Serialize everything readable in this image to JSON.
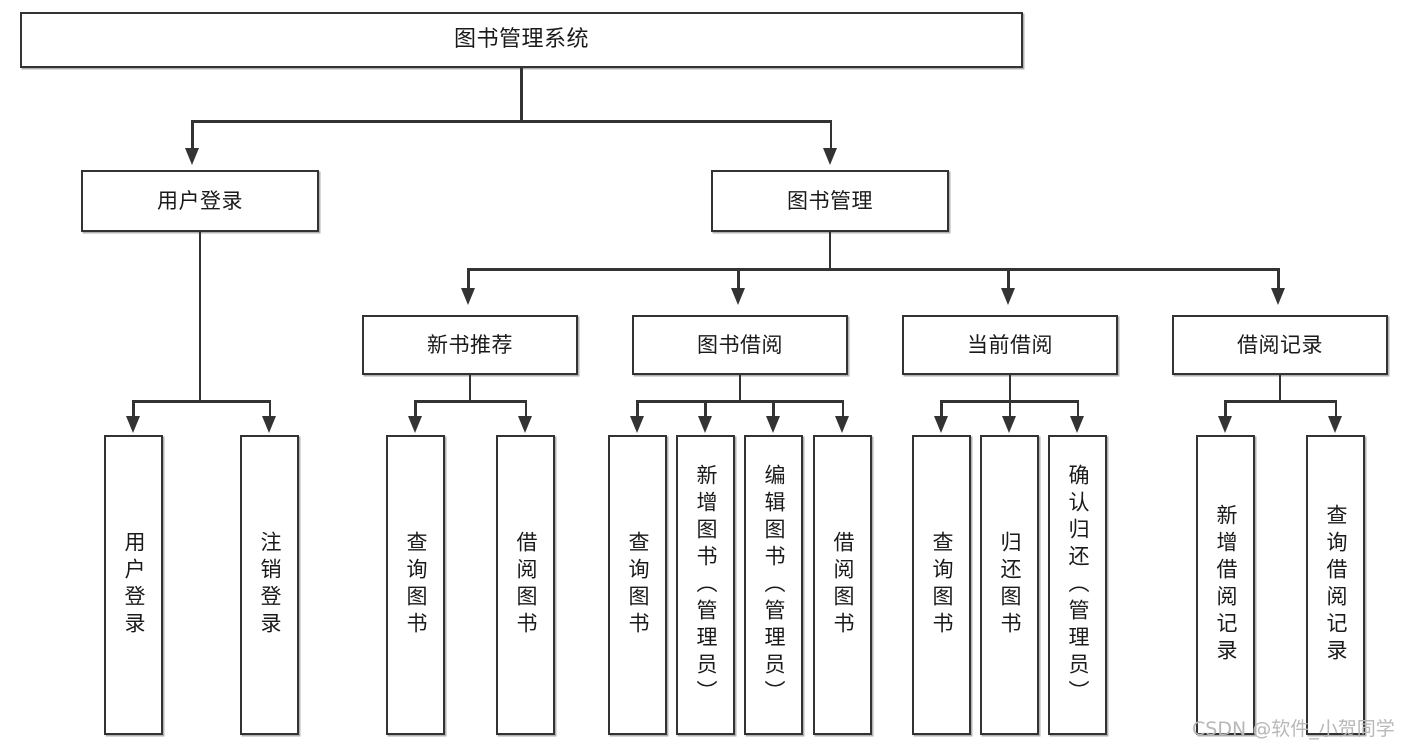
{
  "diagram": {
    "type": "tree",
    "title": "图书管理系统",
    "root": {
      "label": "图书管理系统"
    },
    "level2": [
      {
        "label": "用户登录"
      },
      {
        "label": "图书管理"
      }
    ],
    "level3": [
      {
        "label": "新书推荐"
      },
      {
        "label": "图书借阅"
      },
      {
        "label": "当前借阅"
      },
      {
        "label": "借阅记录"
      }
    ],
    "leaves": {
      "user_login": [
        {
          "label": "用户登录"
        },
        {
          "label": "注销登录"
        }
      ],
      "new_book_recommend": [
        {
          "label": "查询图书"
        },
        {
          "label": "借阅图书"
        }
      ],
      "book_borrow": [
        {
          "label": "查询图书"
        },
        {
          "label": "新增图书（管理员）"
        },
        {
          "label": "编辑图书（管理员）"
        },
        {
          "label": "借阅图书"
        }
      ],
      "current_borrow": [
        {
          "label": "查询图书"
        },
        {
          "label": "归还图书"
        },
        {
          "label": "确认归还（管理员）"
        }
      ],
      "borrow_record": [
        {
          "label": "新增借阅记录"
        },
        {
          "label": "查询借阅记录"
        }
      ]
    }
  },
  "watermark": {
    "text": "CSDN @软件_小贺同学"
  },
  "colors": {
    "stroke": "#333333",
    "text": "#1a1a1a",
    "background": "#ffffff",
    "watermark": "#b8b8b8"
  }
}
